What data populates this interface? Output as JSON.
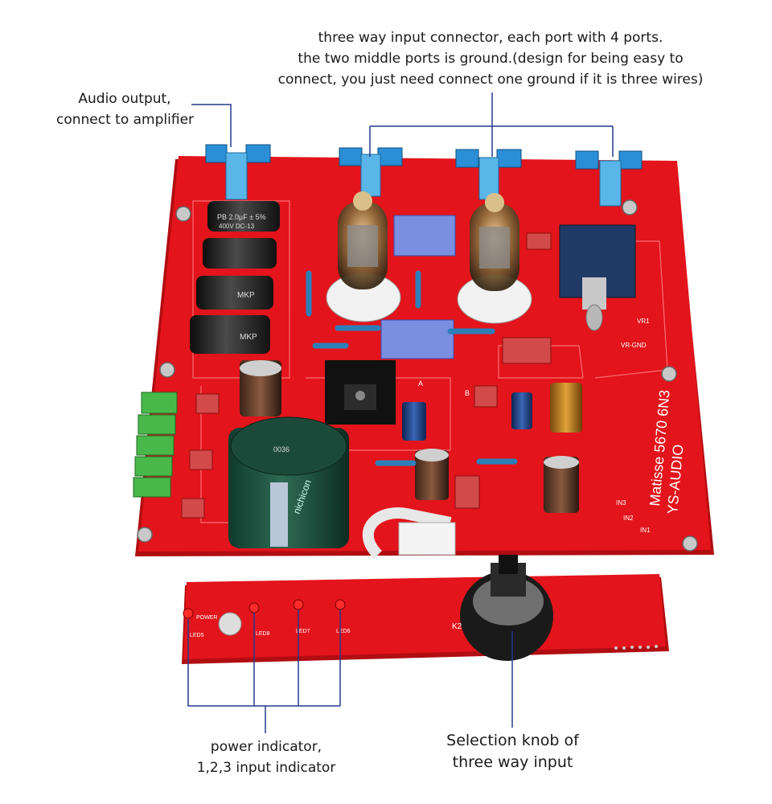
{
  "annotations": {
    "input_connector": [
      "three way input connector, each port with 4 ports.",
      "the two middle ports is ground.(design for being easy to",
      "connect, you just need connect one ground if it is three wires)"
    ],
    "audio_output": [
      "Audio output,",
      "connect to amplifier"
    ],
    "indicators": [
      "power indicator,",
      "1,2,3 input indicator"
    ],
    "selection_knob": [
      "Selection knob of",
      "three way input"
    ]
  },
  "board_labels": {
    "brand_line1": "Matisse 5670 6N3",
    "brand_line2": "YS-AUDIO",
    "cap_film_1": "PB 2.0µF ± 5%",
    "cap_film_1b": "400V DC-13",
    "cap_mkp": "MKP",
    "cap_big": "nichicon",
    "cap_big_code": "0036",
    "k2": "K2",
    "vr1": "VR1",
    "vr_gnd": "VR-GND",
    "in1": "IN1",
    "in2": "IN2",
    "in3": "IN3",
    "led_a": "A",
    "led_b": "B",
    "led_labels": [
      "LED5",
      "LED8",
      "LED7",
      "LED6"
    ],
    "power_label": "POWER"
  },
  "colors": {
    "pcb_red": "#e3141b",
    "pcb_dark": "#b10d12",
    "terminal_blue": "#2a8fd6",
    "terminal_green": "#49b84a",
    "leader_line": "#243a8c"
  }
}
